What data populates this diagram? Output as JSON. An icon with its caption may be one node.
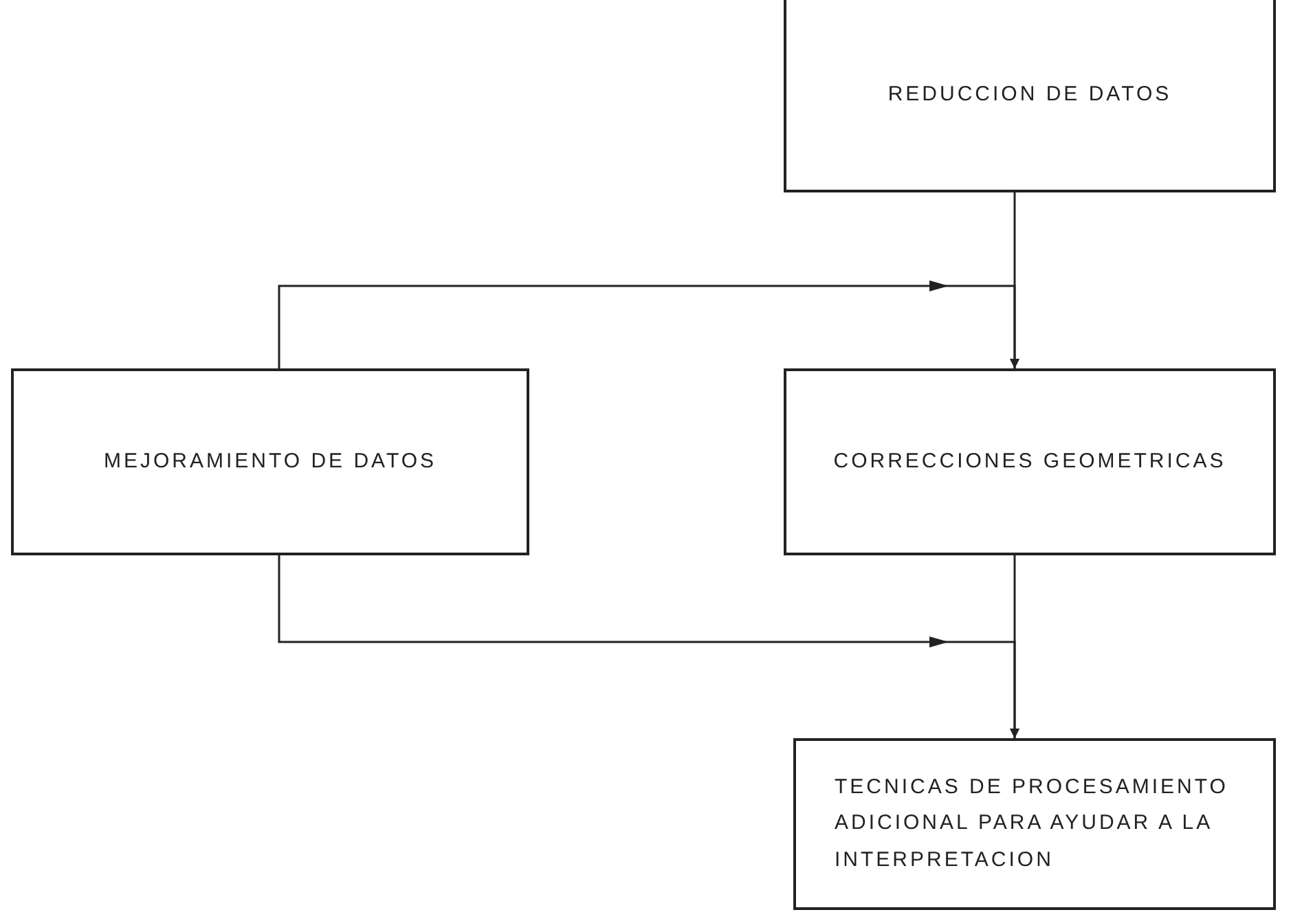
{
  "diagram": {
    "nodes": [
      {
        "text": [
          "REDUCCION DE DATOS"
        ]
      },
      {
        "text": [
          "MEJORAMIENTO DE DATOS"
        ]
      },
      {
        "text": [
          "CORRECCIONES GEOMETRICAS"
        ]
      },
      {
        "text": [
          "TECNICAS DE PROCESAMIENTO ADICIONAL PARA AYUDAR A LA INTERPRETACION"
        ]
      }
    ],
    "edges": [
      {
        "from": 0,
        "to": 2,
        "arrow": "to"
      },
      {
        "from": 1,
        "to": 2,
        "arrow": "to"
      },
      {
        "from": 2,
        "to": 3,
        "arrow": "to"
      },
      {
        "from": 1,
        "to": 3,
        "arrow": "to"
      }
    ]
  }
}
